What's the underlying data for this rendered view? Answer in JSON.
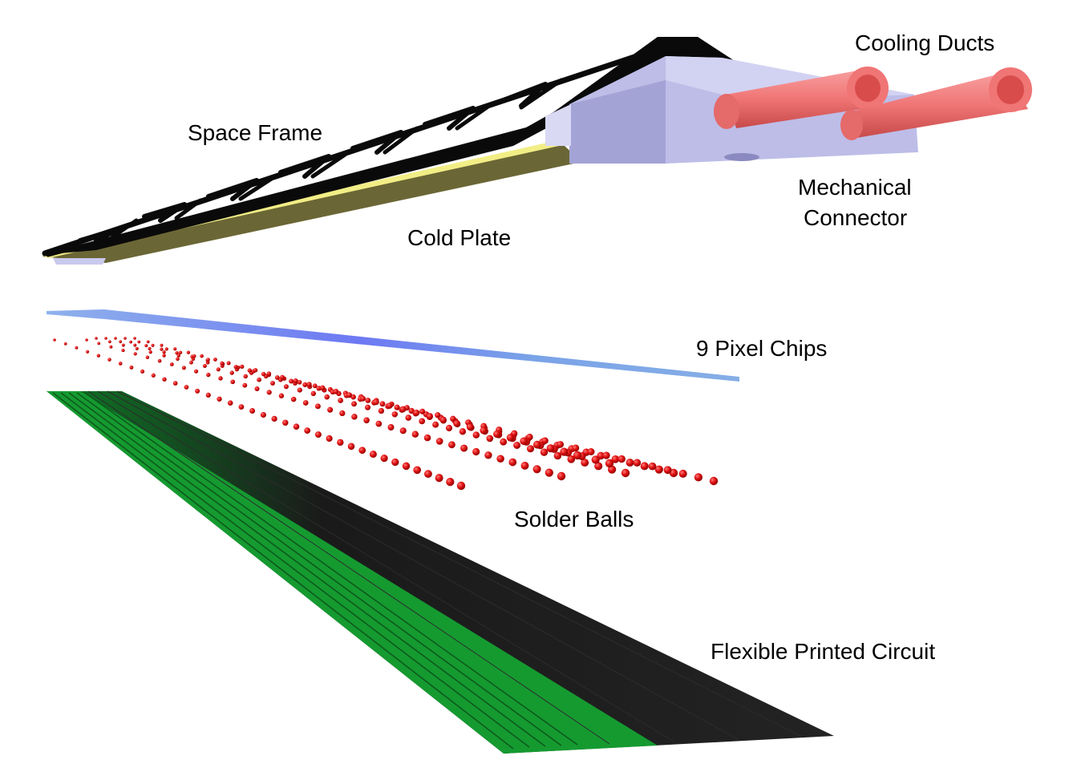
{
  "labels": {
    "cooling_ducts": "Cooling Ducts",
    "space_frame": "Space Frame",
    "mechanical_connector_line1": "Mechanical",
    "mechanical_connector_line2": "Connector",
    "cold_plate": "Cold Plate",
    "pixel_chips": "9 Pixel Chips",
    "solder_balls": "Solder Balls",
    "flexible_printed_circuit": "Flexible Printed Circuit"
  },
  "colors": {
    "space_frame": "#0a0a0a",
    "cold_plate_side": "#6b6635",
    "cold_plate_top": "#f2ee86",
    "mechanical_connector": "#a9a9dc",
    "mechanical_connector_top": "#d2d2f2",
    "cooling_duct": "#f07575",
    "cooling_duct_inner": "#d94c4c",
    "pixel_chips": "#7aa3e8",
    "pixel_chips_dark": "#6a6ff0",
    "solder_balls": "#e01010",
    "flex_circuit_dark": "#1c1c1c",
    "flex_circuit_green": "#159a30"
  }
}
